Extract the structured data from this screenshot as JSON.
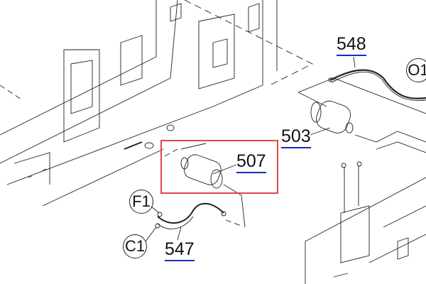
{
  "diagram": {
    "part_labels": [
      {
        "id": "548",
        "text": "548"
      },
      {
        "id": "503",
        "text": "503"
      },
      {
        "id": "507",
        "text": "507"
      },
      {
        "id": "547",
        "text": "547"
      }
    ],
    "connector_labels": [
      {
        "id": "F1",
        "text": "F1"
      },
      {
        "id": "C1",
        "text": "C1"
      },
      {
        "id": "O1",
        "text": "O1"
      }
    ],
    "highlighted_part": "507",
    "colors": {
      "highlight": "#e04848",
      "link_underline": "#1a2bc0",
      "line": "#222222"
    }
  }
}
